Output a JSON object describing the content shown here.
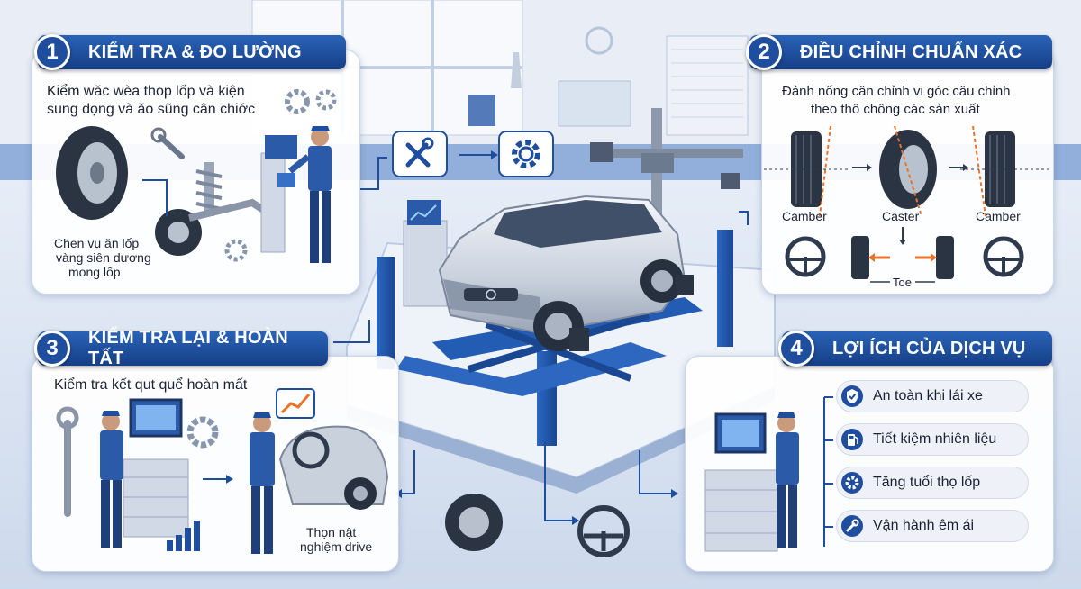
{
  "step1": {
    "number": "1",
    "title": "KIỂM TRA & ĐO LƯỜNG",
    "desc_line1": "Kiểm wăc wèa thop lốp và kiện",
    "desc_line2": "sung dọng và ǎo sũng cân chiớc",
    "tire_label_line1": "Chen vụ ǎn lốp",
    "tire_label_line2": "vàng siên dương",
    "tire_label_line3": "mong lốp"
  },
  "step2": {
    "number": "2",
    "title": "ĐIỀU CHỈNH CHUẨN XÁC",
    "desc_line1": "Đảnh nống cân chỉnh vi góc câu chỉnh",
    "desc_line2": "theo thô chông các sản xuất",
    "camber_left": "Camber",
    "caster": "Caster",
    "camber_right": "Camber",
    "toe": "Toe"
  },
  "step3": {
    "number": "3",
    "title": "KIỂM TRA LẠI & HOÀN TẤT",
    "desc": "Kiểm tra kết qut quể hoàn mất",
    "drive_line1": "Thọn nật",
    "drive_line2": "nghiệm drive"
  },
  "step4": {
    "number": "4",
    "title": "LỢI ÍCH CỦA DỊCH VỤ",
    "benefits": [
      {
        "label": "An toàn khi lái xe",
        "icon": "shield-check-icon"
      },
      {
        "label": "Tiết kiệm nhiên liệu",
        "icon": "fuel-pump-icon"
      },
      {
        "label": "Tăng tuổi thọ lốp",
        "icon": "gear-icon"
      },
      {
        "label": "Vận hành êm ái",
        "icon": "wrench-icon"
      }
    ]
  },
  "colors": {
    "brand_blue": "#1f4e9e",
    "accent_orange": "#e8742a",
    "panel_bg": "#ffffff"
  }
}
